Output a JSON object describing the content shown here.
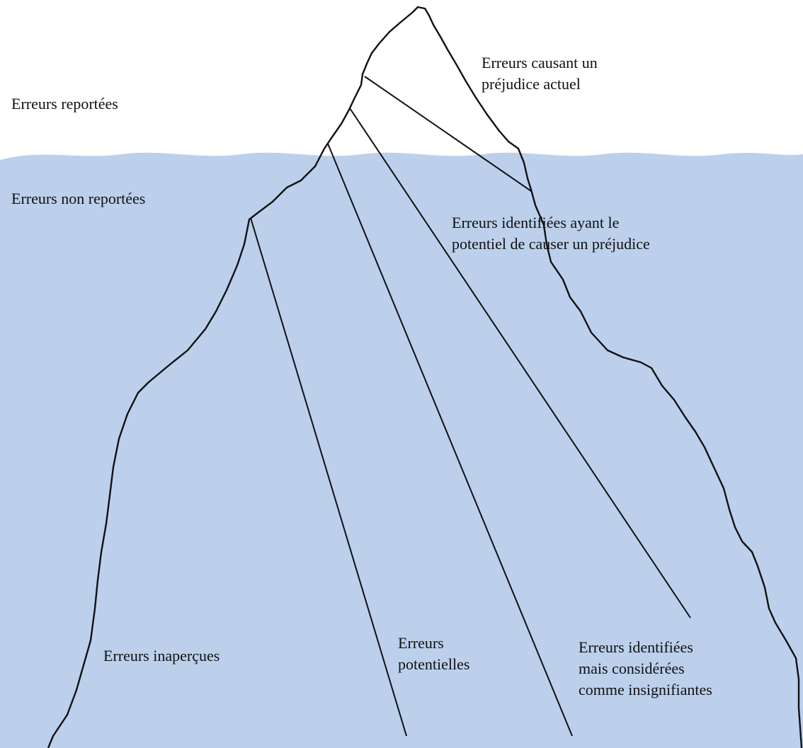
{
  "colors": {
    "water": "#bcd0ec",
    "outline": "#111111",
    "sky": "#ffffff",
    "text": "#111111"
  },
  "labels": {
    "reported": "Erreurs reportées",
    "unreported": "Erreurs non reportées",
    "actual_harm": [
      "Erreurs causant un",
      "préjudice actuel"
    ],
    "potential_harm": [
      "Erreurs identifiées ayant le",
      "potentiel de causer un préjudice"
    ],
    "unnoticed": "Erreurs inaperçues",
    "potential": [
      "Erreurs",
      "potentielles"
    ],
    "insignificant": [
      "Erreurs identifiées",
      "mais considérées",
      "comme insignifiantes"
    ]
  }
}
